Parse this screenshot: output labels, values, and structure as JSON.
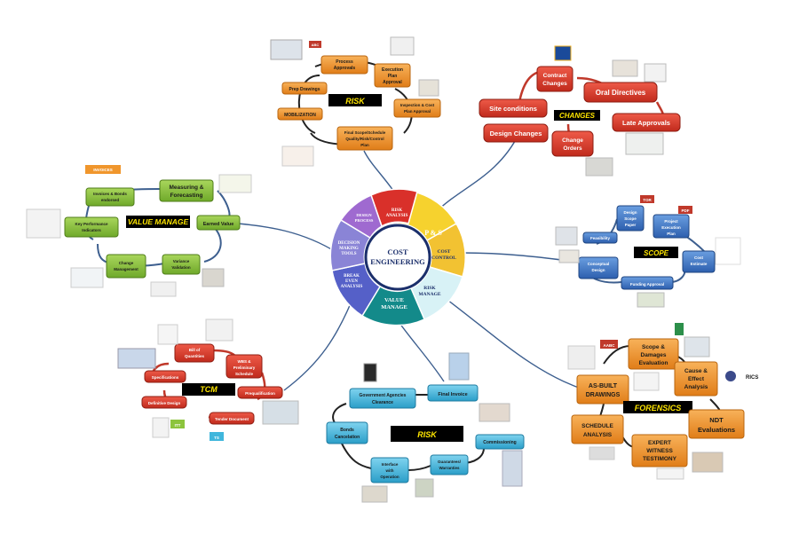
{
  "center": {
    "line1": "COST",
    "line2": "ENGINEERING"
  },
  "cycle": {
    "ps": "P & S",
    "cost_control_1": "COST",
    "cost_control_2": "CONTROL",
    "risk_manage_1": "RISK",
    "risk_manage_2": "MANAGE",
    "value_manage_1": "VALUE",
    "value_manage_2": "MANAGE",
    "break_even_1": "BREAK",
    "break_even_2": "EVEN",
    "break_even_3": "ANALYSIS",
    "decision_1": "DECISION",
    "decision_2": "MAKING",
    "decision_3": "TOOLS",
    "design_1": "DESIGN",
    "design_2": "PROCESS",
    "top_1": "RISK",
    "top_2": "ANALYSIS"
  },
  "risk_top": {
    "title": "RISK",
    "nodes": {
      "n1a": "Process",
      "n1b": "Approvals",
      "n2": "Prep Drawings",
      "n3a": "Execution",
      "n3b": "Plan",
      "n3c": "Approval",
      "n4": "MOBILIZATION",
      "n5a": "Inspection & Cost",
      "n5b": "Plan Approval",
      "n6a": "Final Scope/Schedule",
      "n6b": "Quality/Risk/Control",
      "n6c": "Plan"
    },
    "badge": "ABC"
  },
  "changes": {
    "title": "CHANGES",
    "nodes": {
      "contract_a": "Contract",
      "contract_b": "Changes",
      "oral": "Oral Directives",
      "site": "Site conditions",
      "late": "Late Approvals",
      "design": "Design Changes",
      "orders_a": "Change",
      "orders_b": "Orders"
    }
  },
  "value_manage": {
    "title": "VALUE MANAGE",
    "nodes": {
      "invest_a": "Invoices & Bonds",
      "invest_b": "endorsed",
      "measure_a": "Measuring &",
      "measure_b": "Forecasting",
      "kpi_a": "Key Performance",
      "kpi_b": "Indicators",
      "earned": "Earned Value",
      "change_a": "Change",
      "change_b": "Management",
      "variance_a": "Variance",
      "variance_b": "Validation"
    },
    "badge": "INVOICES"
  },
  "scope": {
    "title": "SCOPE",
    "nodes": {
      "design_a": "Design",
      "design_b": "Scope",
      "design_c": "Paper",
      "project_a": "Project",
      "project_b": "Execution",
      "project_c": "Plan",
      "feas": "Feasibility",
      "concept_a": "Conceptual",
      "concept_b": "Design",
      "cost_a": "Cost",
      "cost_b": "Estimate",
      "funding": "Funding Approval"
    },
    "badge1": "TOR",
    "badge2": "PDF"
  },
  "tcm": {
    "title": "TCM",
    "nodes": {
      "boq_a": "Bill of",
      "boq_b": "Quantities",
      "wbs_a": "WBS &",
      "wbs_b": "Preliminary",
      "wbs_c": "Schedule",
      "spec": "Specifications",
      "prequal": "Prequalification",
      "definitive": "Definitive Design",
      "tender": "Tender Document"
    },
    "badge1": "ITT",
    "badge2": "TS"
  },
  "risk_bottom": {
    "title": "RISK",
    "nodes": {
      "gov_a": "Government Agencies",
      "gov_b": "Clearance",
      "final": "Final Invoice",
      "bonds_a": "Bonds",
      "bonds_b": "Cancelation",
      "comm": "Commissioning",
      "inter_a": "Interface",
      "inter_b": "with",
      "inter_c": "Operation",
      "warr_a": "Guarantees/",
      "warr_b": "Warranties"
    }
  },
  "forensics": {
    "title": "FORENSICS",
    "nodes": {
      "scope_a": "Scope &",
      "scope_b": "Damages",
      "scope_c": "Evaluation",
      "asbuilt_a": "AS-BUILT",
      "asbuilt_b": "DRAWINGS",
      "cause_a": "Cause &",
      "cause_b": "Effect",
      "cause_c": "Analysis",
      "sched_a": "SCHEDULE",
      "sched_b": "ANALYSIS",
      "ndt_a": "NDT",
      "ndt_b": "Evaluations",
      "expert_a": "EXPERT",
      "expert_b": "WITNESS",
      "expert_c": "TESTIMONY"
    },
    "badge": "AABC",
    "rics": "RICS"
  },
  "colors": {
    "orange": "#f0962c",
    "red": "#d93a2b",
    "green": "#8cc43d",
    "blue": "#3f78c8",
    "cyan": "#3fb6dc",
    "connector": "#3d5f8f",
    "title_bg": "#000000",
    "title_fg": "#ffe600"
  }
}
